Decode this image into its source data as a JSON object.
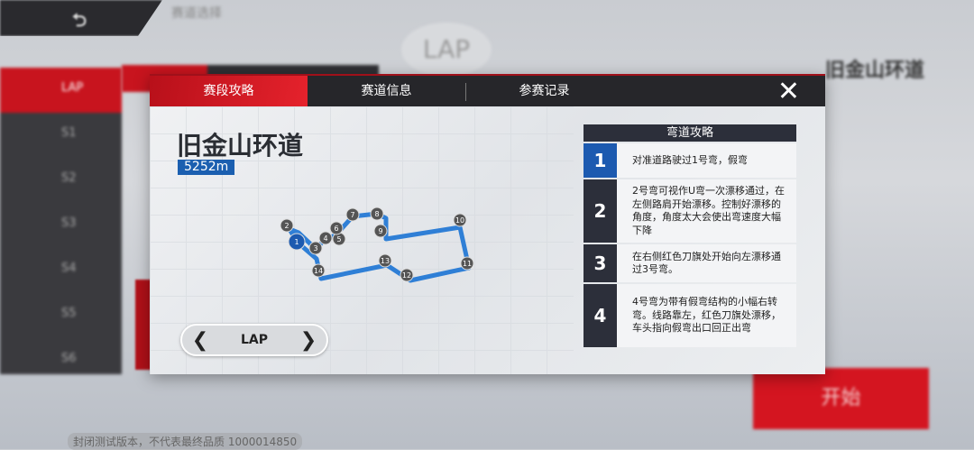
{
  "background": {
    "crumb": "赛道选择",
    "lap_badge": "LAP",
    "sidebar_items": [
      "LAP",
      "S1",
      "S2",
      "S3",
      "S4",
      "S5",
      "S6"
    ],
    "right_title": "旧金山环道",
    "start_button": "开始",
    "watermark": "封闭测试版本，不代表最终品质 1000014850"
  },
  "modal": {
    "tabs": [
      {
        "label": "赛段攻略",
        "active": true
      },
      {
        "label": "赛道信息",
        "active": false
      },
      {
        "label": "参赛记录",
        "active": false
      }
    ],
    "track_name": "旧金山环道",
    "track_length": "5252m",
    "map_markers": [
      "1",
      "2",
      "3",
      "4",
      "5",
      "6",
      "7",
      "8",
      "9",
      "10",
      "11",
      "12",
      "13",
      "14"
    ],
    "selector": {
      "label": "LAP"
    },
    "corner_guide": {
      "title": "弯道攻略",
      "items": [
        {
          "number": "1",
          "text": "对准道路驶过1号弯，假弯",
          "active": true
        },
        {
          "number": "2",
          "text": "2号弯可视作U弯一次漂移通过，在左侧路肩开始漂移。控制好漂移的角度，角度太大会使出弯速度大幅下降"
        },
        {
          "number": "3",
          "text": "在右侧红色刀旗处开始向左漂移通过3号弯。"
        },
        {
          "number": "4",
          "text": "4号弯为带有假弯结构的小幅右转弯。线路靠左，红色刀旗处漂移，车头指向假弯出口回正出弯"
        }
      ]
    }
  },
  "colors": {
    "accent": "#d41520",
    "active_blue": "#1c5ab0",
    "track": "#2f7fd6"
  }
}
